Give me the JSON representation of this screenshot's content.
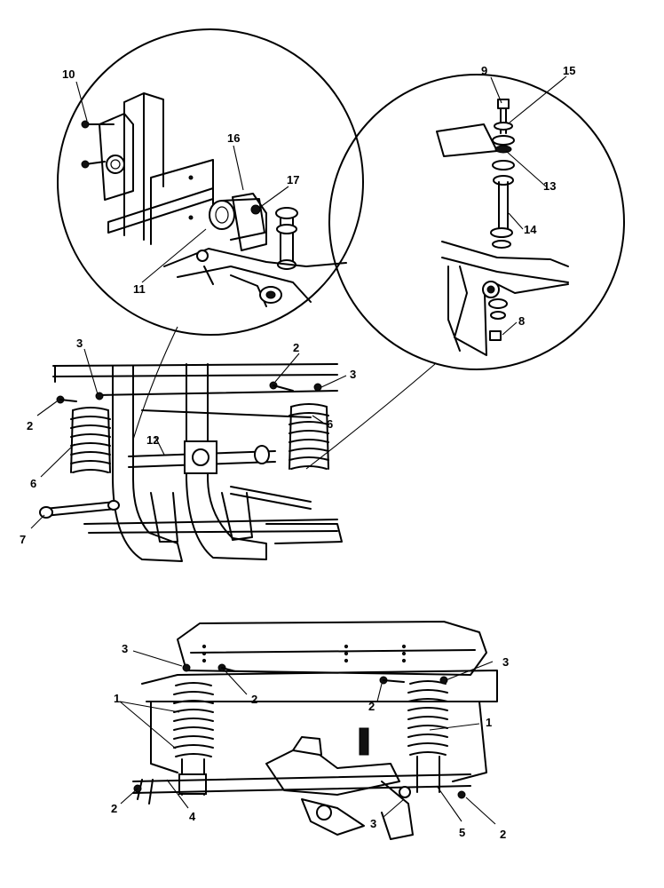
{
  "callouts": {
    "c1a": "1",
    "c1b": "1",
    "c2a": "2",
    "c2b": "2",
    "c2c": "2",
    "c2d": "2",
    "c2e": "2",
    "c2f": "2",
    "c3a": "3",
    "c3b": "3",
    "c3c": "3",
    "c3d": "3",
    "c3e": "3",
    "c4": "4",
    "c5": "5",
    "c6a": "6",
    "c6b": "6",
    "c7": "7",
    "c8": "8",
    "c9": "9",
    "c10": "10",
    "c11": "11",
    "c12": "12",
    "c13": "13",
    "c14": "14",
    "c15": "15",
    "c16": "16",
    "c17": "17"
  }
}
